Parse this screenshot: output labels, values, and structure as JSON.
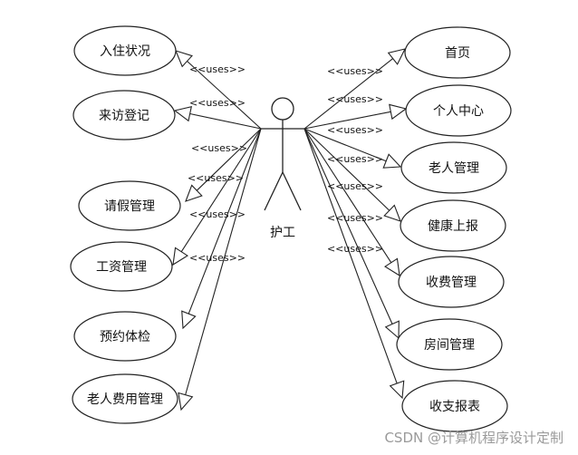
{
  "actor": {
    "name": "护工"
  },
  "relation_label": "<<uses>>",
  "use_cases_left": [
    "入住状况",
    "来访登记",
    "请假管理",
    "工资管理",
    "预约体检",
    "老人费用管理"
  ],
  "use_cases_right": [
    "首页",
    "个人中心",
    "老人管理",
    "健康上报",
    "收费管理",
    "房间管理",
    "收支报表"
  ],
  "watermark": "CSDN @计算机程序设计定制"
}
